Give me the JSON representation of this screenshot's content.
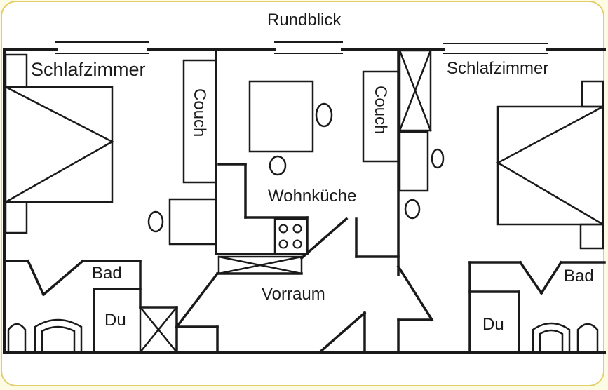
{
  "plan": {
    "title": "Rundblick",
    "rooms": {
      "bedroom_left": "Schlafzimmer",
      "bedroom_right": "Schlafzimmer",
      "living_kitchen": "Wohnküche",
      "hallway": "Vorraum",
      "bath_left": "Bad",
      "bath_right": "Bad",
      "shower_left": "Du",
      "shower_right": "Du"
    },
    "furniture": {
      "couch_left": "Couch",
      "couch_right": "Couch"
    }
  },
  "colors": {
    "frame_border": "#e2cf6a",
    "page_background": "#fdfbe3",
    "ink": "#1a1a1a"
  }
}
